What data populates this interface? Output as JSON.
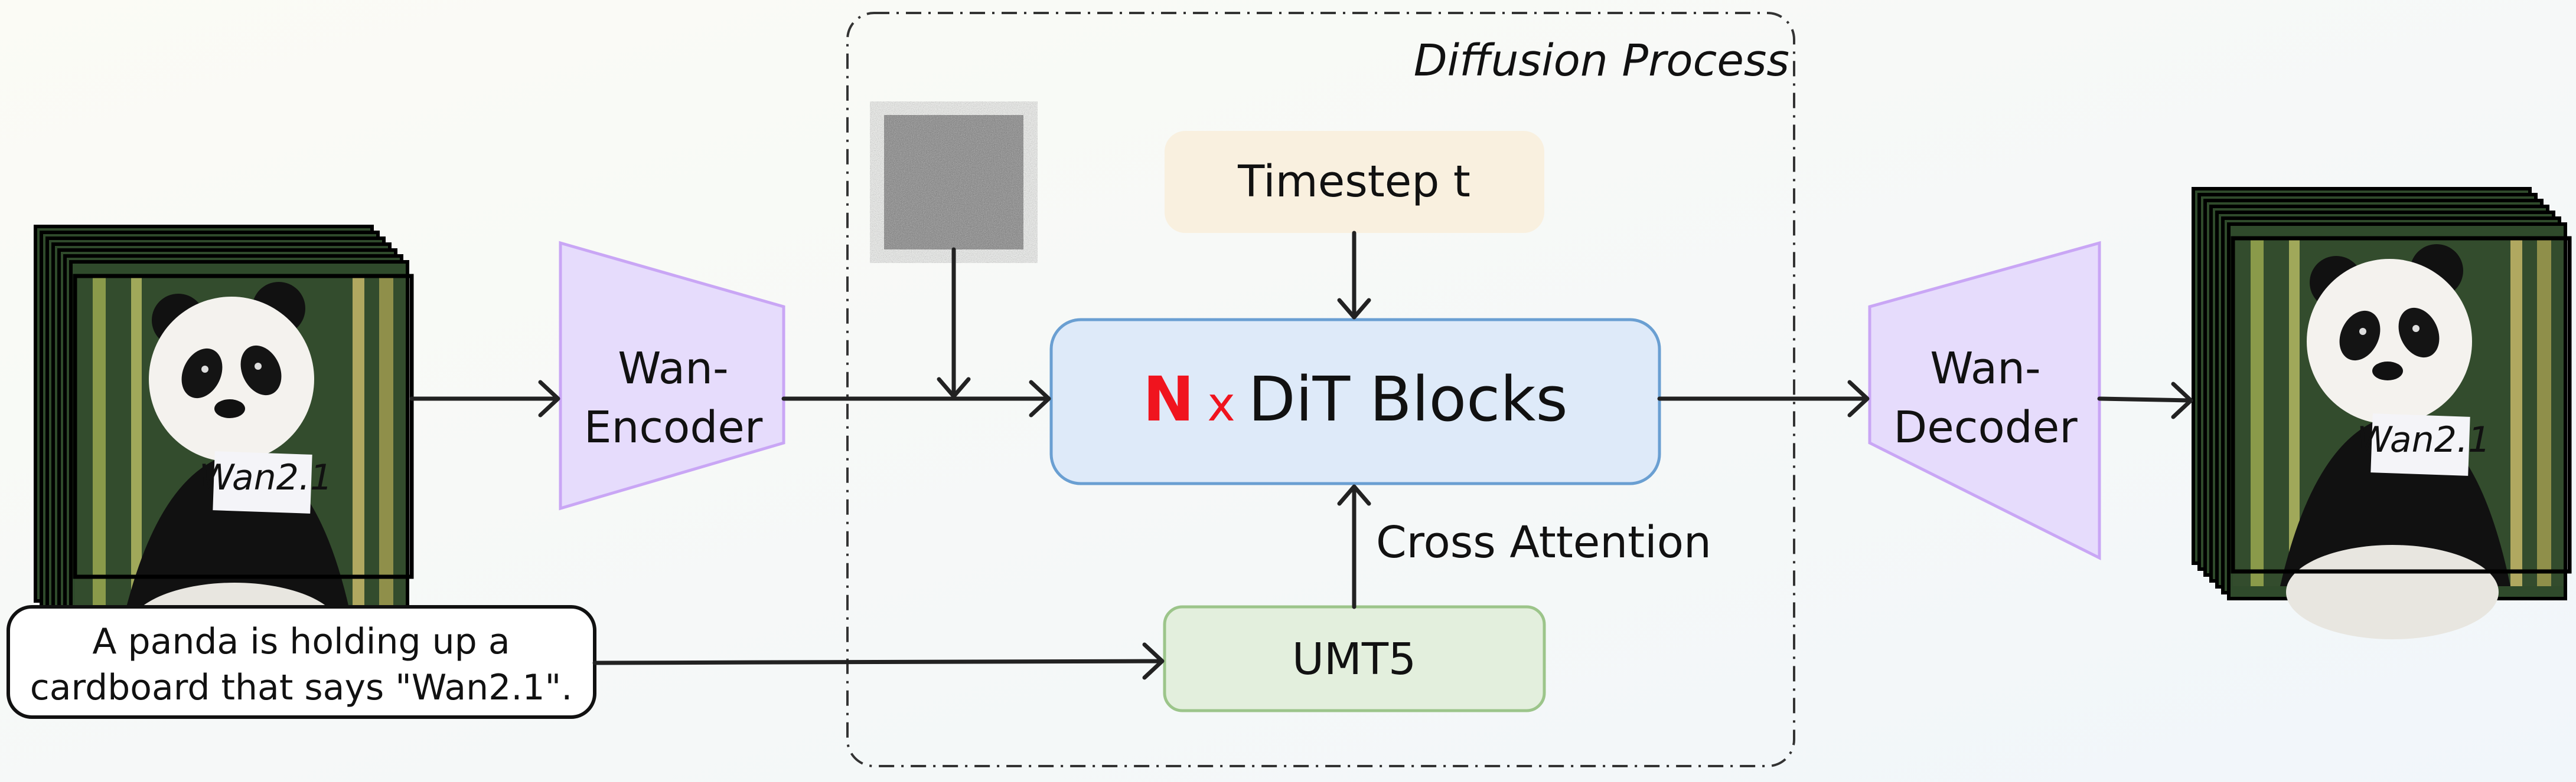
{
  "diagram": {
    "group_label": "Diffusion Process",
    "encoder": {
      "line1": "Wan-",
      "line2": "Encoder"
    },
    "decoder": {
      "line1": "Wan-",
      "line2": "Decoder"
    },
    "timestep": "Timestep t",
    "dit": {
      "multiplier": "N",
      "times": "x",
      "label": "DiT Blocks"
    },
    "cross_attention": "Cross Attention",
    "text_encoder": "UMT5",
    "prompt": {
      "line1": "A panda is holding up a",
      "line2": "cardboard that says \"Wan2.1\"."
    },
    "sign_text": "Wan2.1",
    "colors": {
      "encoder_fill": "#e6dcfc",
      "encoder_stroke": "#c9a6f5",
      "timestep_fill": "#f9f0df",
      "dit_fill": "#deeaf9",
      "dit_stroke": "#6a9fd2",
      "umt5_fill": "#e3efdd",
      "umt5_stroke": "#9cc58a",
      "accent_red": "#f0141e"
    }
  }
}
